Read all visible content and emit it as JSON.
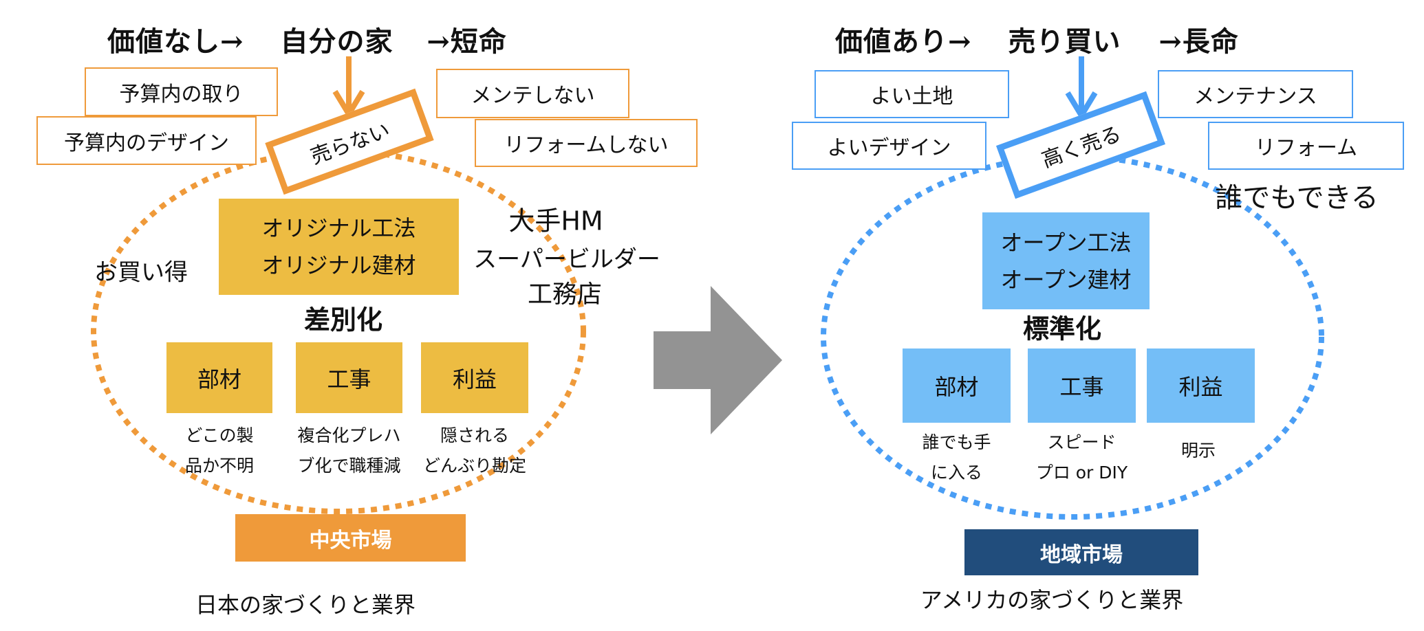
{
  "colors": {
    "japan_accent": "#EF9A3A",
    "japan_fill": "#EDBC42",
    "usa_accent": "#4A9EF5",
    "usa_fill": "#74BEF7",
    "usa_market": "#214D7C",
    "transition_arrow": "#939393"
  },
  "japan": {
    "title": {
      "left": "価値なし→",
      "center": "自分の家",
      "right": "→短命"
    },
    "outer_boxes": {
      "top_left": "予算内の取り",
      "bottom_left": "予算内のデザイン",
      "top_right": "メンテしない",
      "bottom_right": "リフォームしない"
    },
    "core_box": "売らない",
    "side_left": "お買い得",
    "side_right": [
      "大手HM",
      "スーパービルダー",
      "工務店"
    ],
    "method_box": [
      "オリジナル工法",
      "オリジナル建材"
    ],
    "concept": "差別化",
    "pillars": [
      {
        "label": "部材",
        "caption": [
          "どこの製",
          "品か不明"
        ]
      },
      {
        "label": "工事",
        "caption": [
          "複合化プレハ",
          "ブ化で職種減"
        ]
      },
      {
        "label": "利益",
        "caption": [
          "隠される",
          "どんぶり勘定"
        ]
      }
    ],
    "market": "中央市場",
    "footer": "日本の家づくりと業界"
  },
  "usa": {
    "title": {
      "left": "価値あり→",
      "center": "売り買い",
      "right": "→長命"
    },
    "outer_boxes": {
      "top_left": "よい土地",
      "bottom_left": "よいデザイン",
      "top_right": "メンテナンス",
      "bottom_right": "リフォーム"
    },
    "core_box": "高く売る",
    "side_right": "誰でもできる",
    "method_box": [
      "オープン工法",
      "オープン建材"
    ],
    "concept": "標準化",
    "pillars": [
      {
        "label": "部材",
        "caption": [
          "誰でも手",
          "に入る"
        ]
      },
      {
        "label": "工事",
        "caption": [
          "スピード",
          "プロ or DIY"
        ]
      },
      {
        "label": "利益",
        "caption": [
          "明示"
        ]
      }
    ],
    "market": "地域市場",
    "footer": "アメリカの家づくりと業界"
  },
  "transition_icon": "right-arrow-icon"
}
